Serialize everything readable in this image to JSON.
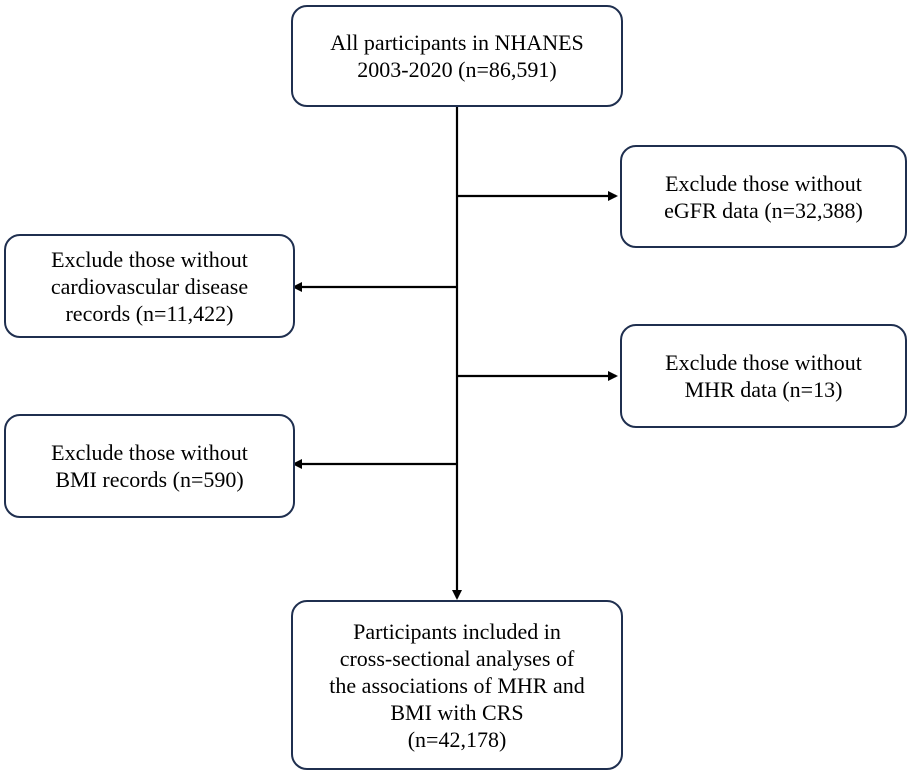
{
  "boxes": {
    "start": [
      "All participants in NHANES",
      "2003-2020 (n=86,591)"
    ],
    "excl_egfr": [
      "Exclude those without",
      "eGFR data (n=32,388)"
    ],
    "excl_cvd": [
      "Exclude those without",
      "cardiovascular disease",
      "records (n=11,422)"
    ],
    "excl_mhr": [
      "Exclude those without",
      "MHR data (n=13)"
    ],
    "excl_bmi": [
      "Exclude those without",
      "BMI records (n=590)"
    ],
    "final": [
      "Participants included in",
      "cross-sectional analyses of",
      "the associations of MHR and",
      "BMI with CRS",
      "(n=42,178)"
    ]
  },
  "colors": {
    "box_border": "#1f2f4f",
    "arrow": "#000000"
  }
}
